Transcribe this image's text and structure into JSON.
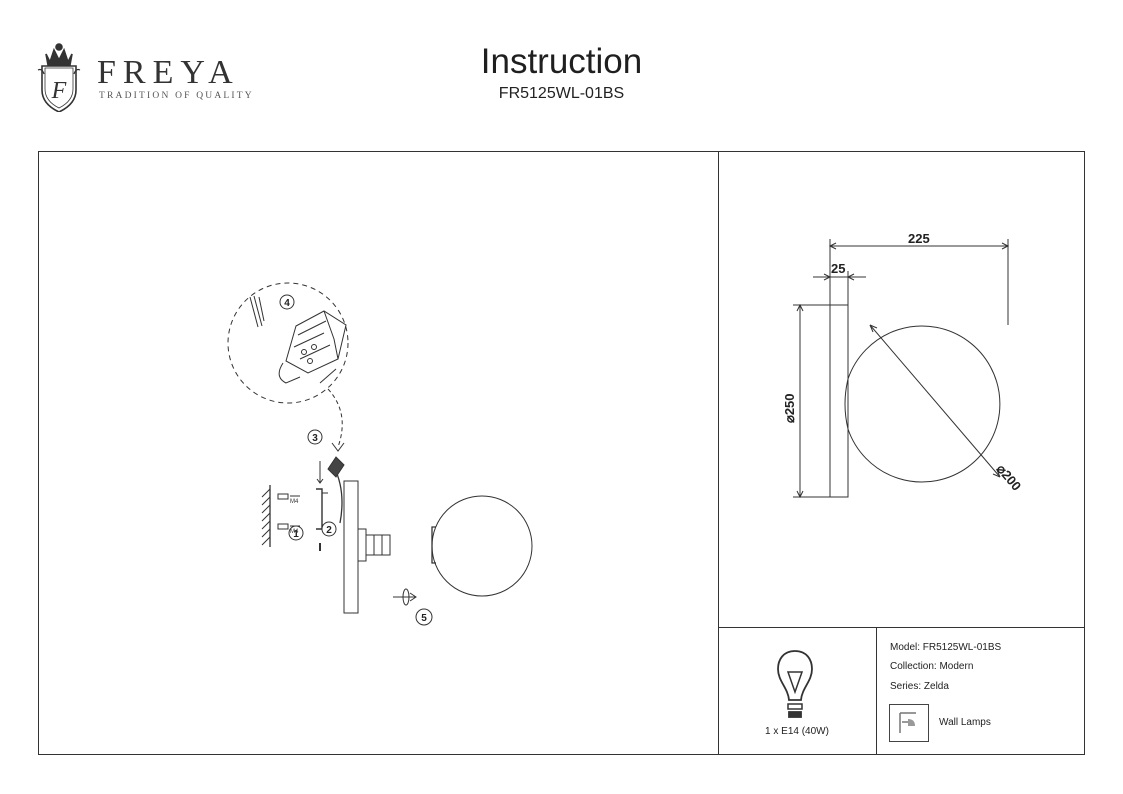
{
  "brand": {
    "name": "FREYA",
    "tagline": "TRADITION OF QUALITY",
    "monogram": "F"
  },
  "header": {
    "title": "Instruction",
    "model": "FR5125WL-01BS"
  },
  "install": {
    "steps": [
      "1",
      "2",
      "3",
      "4",
      "5"
    ],
    "screw_labels": [
      "M4",
      "M4"
    ]
  },
  "dimensions": {
    "width": "225",
    "plate": "25",
    "height": "⌀250",
    "shade": "⌀200"
  },
  "lamp": {
    "bulb_label": "1 x E14 (40W)"
  },
  "info": {
    "model": "Model: FR5125WL-01BS",
    "collection": "Collection: Modern",
    "series": "Series: Zelda",
    "type": "Wall Lamps"
  },
  "colors": {
    "line": "#333333",
    "text": "#1a1a1a"
  }
}
